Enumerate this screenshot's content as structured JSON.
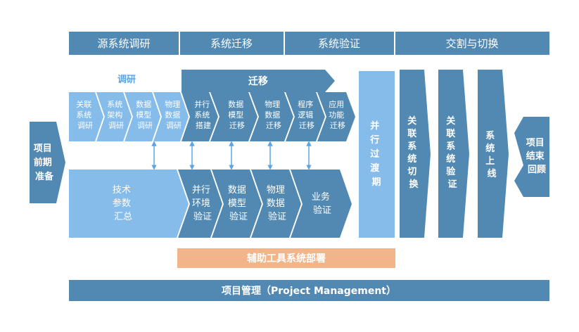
{
  "colors": {
    "dark": "#5189b3",
    "light": "#85bcea",
    "orange": "#f1b589",
    "text": "#ffffff",
    "label_blue": "#5aa5e8",
    "arrow": "#5aa5e8"
  },
  "phases": [
    {
      "label": "源系统调研"
    },
    {
      "label": "系统迁移"
    },
    {
      "label": "系统验证"
    },
    {
      "label": "交割与切换"
    }
  ],
  "diagram": {
    "prep": [
      "项目",
      "前期",
      "准备"
    ],
    "research_label": "调研",
    "research_steps": [
      [
        "关联",
        "系统",
        "调研"
      ],
      [
        "系统",
        "架构",
        "调研"
      ],
      [
        "数据",
        "模型",
        "调研"
      ],
      [
        "物理",
        "数据",
        "调研"
      ]
    ],
    "migration_label": "迁移",
    "migration_steps": [
      [
        "并行",
        "系统",
        "搭建"
      ],
      [
        "数据",
        "模型",
        "迁移"
      ],
      [
        "物理",
        "数据",
        "迁移"
      ],
      [
        "程序",
        "逻辑",
        "迁移"
      ],
      [
        "应用",
        "功能",
        "迁移"
      ]
    ],
    "tech_summary": [
      "技术",
      "参数",
      "汇总"
    ],
    "verify_steps": [
      [
        "并行",
        "环境",
        "验证"
      ],
      [
        "数据",
        "模型",
        "验证"
      ],
      [
        "物理",
        "数据",
        "验证"
      ],
      [
        "业务",
        "验证"
      ]
    ],
    "parallel_period": [
      "并",
      "行",
      "过",
      "渡",
      "期"
    ],
    "cutover_steps": [
      [
        "关",
        "联",
        "系",
        "统",
        "切",
        "换"
      ],
      [
        "关",
        "联",
        "系",
        "统",
        "验",
        "证"
      ],
      [
        "系",
        "统",
        "上",
        "线"
      ]
    ],
    "review": [
      "项目",
      "结束",
      "回顾"
    ],
    "tools_bar": "辅助工具系统部署",
    "pm_bar": "项目管理（Project Management）"
  }
}
